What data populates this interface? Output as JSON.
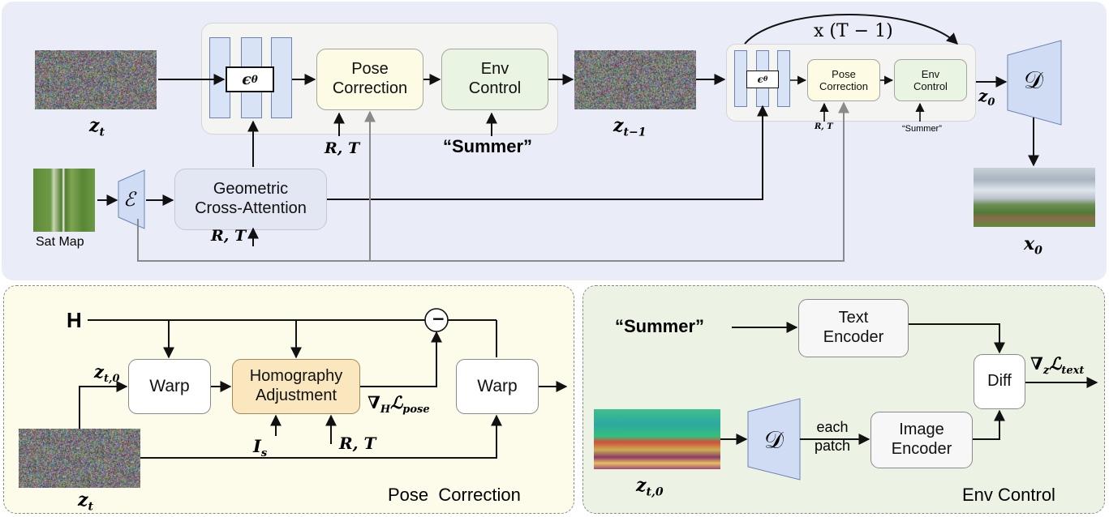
{
  "top": {
    "z_t": "z",
    "z_t_sub": "t",
    "eps": "ϵ",
    "eps_sub": "θ",
    "pose1": "Pose\nCorrection",
    "env1": "Env\nControl",
    "rt1": "R, T",
    "summer1": "“Summer”",
    "z_t1": "z",
    "z_t1_sub": "t−1",
    "loop_label": "x (T − 1)",
    "eps2": "ϵ",
    "eps2_sub": "θ",
    "pose2": "Pose\nCorrection",
    "env2": "Env\nControl",
    "rt2": "R, T",
    "summer2": "“Summer”",
    "z0": "z",
    "z0_sub": "0",
    "decoder": "𝒟",
    "x0": "x",
    "x0_sub": "0",
    "encoder": "ℰ",
    "sat_map": "Sat Map",
    "geo": "Geometric\nCross-Attention",
    "rt3": "R, T"
  },
  "pose_panel": {
    "H": "H",
    "zt0": "z",
    "zt0_sub": "t,0",
    "warp1": "Warp",
    "homography": "Homography\nAdjustment",
    "grad": "∇",
    "grad_sub": "H",
    "loss": "ℒ",
    "loss_sub": "pose",
    "minus": "−",
    "warp2": "Warp",
    "Is": "I",
    "Is_sub": "s",
    "rt": "R, T",
    "zt": "z",
    "zt_sub": "t",
    "title": "Pose  Correction"
  },
  "env_panel": {
    "summer": "“Summer”",
    "text_encoder": "Text\nEncoder",
    "diff": "Diff",
    "grad": "∇",
    "grad_sub": "z",
    "loss": "ℒ",
    "loss_sub": "text",
    "decoder": "𝒟",
    "each_patch": "each\npatch",
    "image_encoder": "Image\nEncoder",
    "zt0": "z",
    "zt0_sub": "t,0",
    "title": "Env Control"
  },
  "colors": {
    "top_panel": "#eaedf8",
    "pose_panel": "#fdfbea",
    "env_panel": "#edf3e4",
    "unet_block": "#d9e3f6",
    "pose_box": "#fdfbe3",
    "env_box": "#e9f4e2",
    "geo_box": "#e3e7f3",
    "homography_box": "#fbe7be",
    "decoder_fill": "#cfdcf3",
    "gray_line": "#8a8a8a"
  }
}
